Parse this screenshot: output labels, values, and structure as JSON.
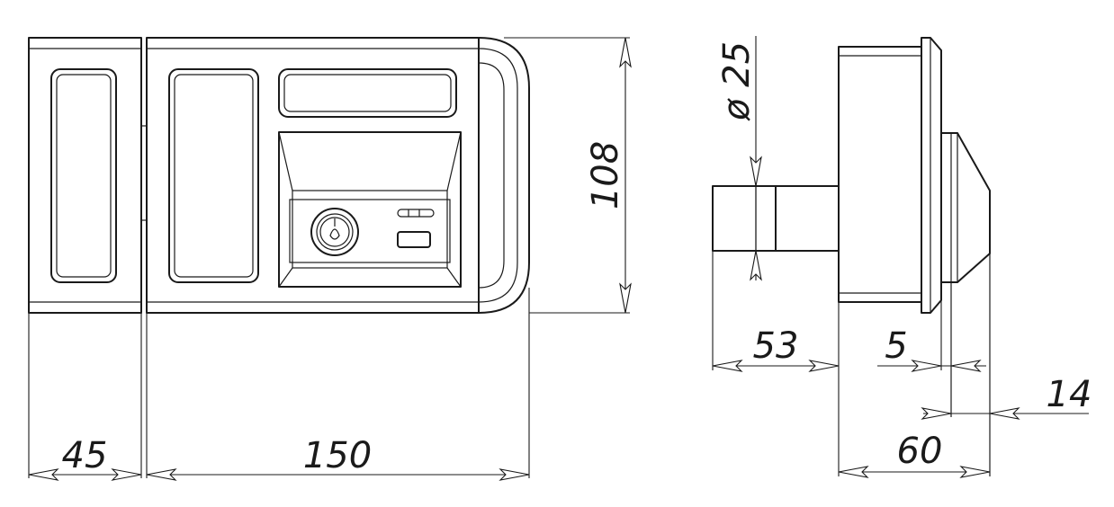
{
  "dimensions": {
    "d45": "45",
    "d150": "150",
    "d108": "108",
    "d25": "ø 25",
    "d53": "53",
    "d5": "5",
    "d14": "14",
    "d60": "60"
  }
}
